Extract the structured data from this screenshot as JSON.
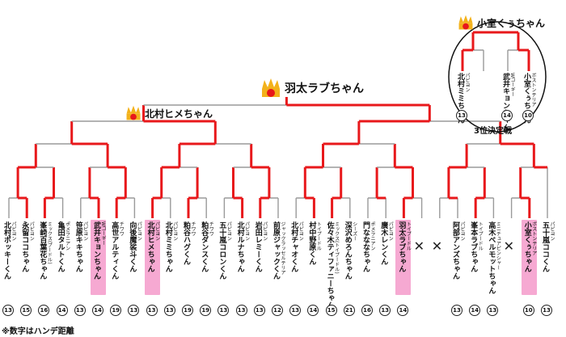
{
  "champion": {
    "name": "羽太ラブちゃん",
    "rank": "1"
  },
  "runner_up": {
    "name": "北村ヒメちゃん",
    "rank": "2"
  },
  "third": {
    "name": "小室くぅちゃん",
    "rank": "3"
  },
  "third_place_label": "3位決定戦",
  "footnote": "※数字はハンデ距離",
  "colors": {
    "win": "#e8181b",
    "lose": "#9a9a9a",
    "highlight": "#f6a9d2",
    "crown": "#f3b21b"
  },
  "entrants": [
    {
      "breed": "パピヨン",
      "name": "北村ポッキーくん",
      "handicap": "13",
      "slot": "player"
    },
    {
      "breed": "パピヨン",
      "name": "永留ココちゃん",
      "handicap": "15",
      "slot": "player"
    },
    {
      "breed": "ミックス(プードル)",
      "name": "峯崎百葉花ちゃん",
      "handicap": "16",
      "slot": "player"
    },
    {
      "breed": "ポメラニアン",
      "name": "亀田タルトくん",
      "handicap": "14",
      "slot": "player"
    },
    {
      "breed": "パピヨン",
      "name": "笹原キキちゃん",
      "handicap": "13",
      "slot": "player"
    },
    {
      "breed": "Wコーギー",
      "name": "武井キョンちゃん",
      "handicap": "14",
      "slot": "player",
      "highlight": true
    },
    {
      "breed": "チワワ",
      "name": "高世アルティくん",
      "handicap": "19",
      "slot": "player"
    },
    {
      "breed": "パピヨン",
      "name": "向後魔裟斗くん",
      "handicap": "13",
      "slot": "player"
    },
    {
      "breed": "パピヨン",
      "name": "北村ヒメちゃん",
      "handicap": "13",
      "slot": "player",
      "highlight": true
    },
    {
      "breed": "パピヨン",
      "name": "北村ミミちゃん",
      "handicap": "13",
      "slot": "player"
    },
    {
      "breed": "チワワ",
      "name": "粕谷ハグくん",
      "handicap": "19",
      "slot": "player"
    },
    {
      "breed": "チワワ",
      "name": "粕谷ダンスくん",
      "handicap": "19",
      "slot": "player"
    },
    {
      "breed": "パピヨン",
      "name": "五十嵐コロンくん",
      "handicap": "13",
      "slot": "player"
    },
    {
      "breed": "パピヨン",
      "name": "北村ルナちゃん",
      "handicap": "13",
      "slot": "player"
    },
    {
      "breed": "パピヨン",
      "name": "岩田レミーくん",
      "handicap": "13",
      "slot": "player"
    },
    {
      "breed": "ジャックラッセルテリア",
      "name": "前原ジャックくん",
      "handicap": "12",
      "slot": "player"
    },
    {
      "breed": "パピヨン",
      "name": "北村チャオくん",
      "handicap": "13",
      "slot": "player"
    },
    {
      "breed": "トイプードル",
      "name": "村中野原くん",
      "handicap": "14",
      "slot": "player"
    },
    {
      "breed": "ミックス(トイプードル)",
      "name": "佐々木ティファニーちゃん",
      "handicap": "15",
      "slot": "player"
    },
    {
      "breed": "シーズー",
      "name": "深沢めろんちゃん",
      "handicap": "21",
      "slot": "player"
    },
    {
      "breed": "ポメラニアン",
      "name": "門なななちゃん",
      "handicap": "16",
      "slot": "player"
    },
    {
      "breed": "パピヨン",
      "name": "廣木レンくん",
      "handicap": "13",
      "slot": "player"
    },
    {
      "breed": "トイプードル",
      "name": "羽太ラブちゃん",
      "handicap": "14",
      "slot": "player",
      "highlight": true
    },
    {
      "breed": "",
      "name": "",
      "handicap": "",
      "slot": "bye"
    },
    {
      "breed": "",
      "name": "",
      "handicap": "",
      "slot": "bye"
    },
    {
      "breed": "パピヨン",
      "name": "阿部アンズちゃん",
      "handicap": "13",
      "slot": "player"
    },
    {
      "breed": "トイプードル",
      "name": "峯本ラブちゃん",
      "handicap": "14",
      "slot": "player"
    },
    {
      "breed": "ミニチュアピンシャー",
      "name": "高木ベルモットちゃん",
      "handicap": "13",
      "slot": "player"
    },
    {
      "breed": "",
      "name": "",
      "handicap": "",
      "slot": "bye"
    },
    {
      "breed": "ボストンテリア",
      "name": "小室くぅちゃん",
      "handicap": "10",
      "slot": "player",
      "highlight": true
    },
    {
      "breed": "パピヨン",
      "name": "五十嵐ココくん",
      "handicap": "13",
      "slot": "player"
    }
  ],
  "third_place_entrants": [
    {
      "breed": "パピヨン",
      "name": "北村ミミちゃん",
      "handicap": "13"
    },
    {
      "breed": "Wコーギー",
      "name": "武井キョンちゃん",
      "handicap": "14"
    },
    {
      "breed": "ボストンテリア",
      "name": "小室くぅちゃん",
      "handicap": "10"
    }
  ]
}
